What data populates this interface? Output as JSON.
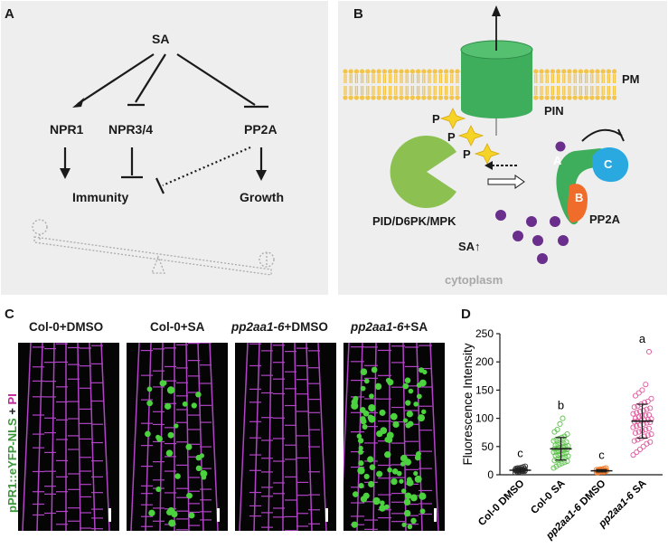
{
  "panels": {
    "a": {
      "label": "A",
      "nodes": {
        "sa": "SA",
        "npr1": "NPR1",
        "npr34": "NPR3/4",
        "pp2a": "PP2A",
        "immunity": "Immunity",
        "growth": "Growth"
      }
    },
    "b": {
      "label": "B",
      "pm": "PM",
      "pin": "PIN",
      "kinase": "PID/D6PK/MPK",
      "pp2a": "PP2A",
      "sa": "SA↑",
      "cytoplasm": "cytoplasm",
      "phospho": "P",
      "subunit_a": "A",
      "subunit_b": "B",
      "subunit_c": "C"
    },
    "c": {
      "label": "C",
      "y_label_green": "pPR1::eYFP-NLS",
      "y_label_plus": " + ",
      "y_label_pi": "PI",
      "images": [
        {
          "title_prefix": "",
          "title_mutant": "",
          "title_suffix": "Col-0+DMSO"
        },
        {
          "title_prefix": "",
          "title_mutant": "",
          "title_suffix": "Col-0+SA"
        },
        {
          "title_prefix": "",
          "title_mutant": "pp2aa1-6",
          "title_suffix": "+DMSO"
        },
        {
          "title_prefix": "",
          "title_mutant": "pp2aa1-6",
          "title_suffix": "+SA"
        }
      ]
    },
    "d": {
      "label": "D"
    }
  },
  "colors": {
    "panel_bg": "#eeeeee",
    "pin_green": "#3fae5c",
    "kinase_green": "#8cc152",
    "subunit_a": "#3fae5c",
    "subunit_b": "#ef6c2a",
    "subunit_c": "#29a9e0",
    "sa_dot": "#6a2e8c",
    "star": "#f5d327",
    "membrane": "#f3c44a",
    "pi_magenta": "#b243c7",
    "yfp_green": "#4bd23e",
    "col0_dmso": "#333333",
    "col0_sa": "#5cc14a",
    "pp2a_dmso": "#f07b2c",
    "pp2a_sa": "#e05a9e"
  },
  "chart_data": {
    "type": "scatter",
    "title": "",
    "ylabel": "Fluorescence Intensity",
    "xlabel": "",
    "ylim": [
      0,
      250
    ],
    "yticks": [
      0,
      50,
      100,
      150,
      200,
      250
    ],
    "categories": [
      "Col-0 DMSO",
      "Col-0 SA",
      "pp2aa1-6 DMSO",
      "pp2aa1-6 SA"
    ],
    "category_italic": [
      "",
      "",
      "pp2aa1-6",
      "pp2aa1-6"
    ],
    "category_rest": [
      "Col-0 DMSO",
      "Col-0 SA",
      " DMSO",
      " SA"
    ],
    "significance": [
      "c",
      "b",
      "c",
      "a"
    ],
    "means": [
      8,
      46,
      7,
      95
    ],
    "sd": [
      3,
      20,
      2,
      30
    ],
    "series": [
      {
        "values": [
          4,
          5,
          5,
          6,
          6,
          6,
          7,
          7,
          7,
          7,
          8,
          8,
          8,
          8,
          8,
          9,
          9,
          9,
          9,
          10,
          10,
          10,
          11,
          11,
          12,
          12,
          13,
          14,
          15
        ]
      },
      {
        "values": [
          12,
          15,
          18,
          20,
          22,
          24,
          25,
          27,
          28,
          30,
          31,
          33,
          34,
          35,
          36,
          38,
          39,
          40,
          41,
          42,
          43,
          44,
          45,
          46,
          47,
          48,
          49,
          50,
          51,
          52,
          53,
          55,
          56,
          58,
          60,
          62,
          64,
          66,
          68,
          72,
          76,
          80,
          90,
          100
        ]
      },
      {
        "values": [
          4,
          4,
          5,
          5,
          5,
          6,
          6,
          6,
          6,
          7,
          7,
          7,
          7,
          8,
          8,
          8,
          8,
          9,
          9,
          10,
          10,
          11,
          12
        ]
      },
      {
        "values": [
          35,
          40,
          45,
          50,
          55,
          58,
          60,
          62,
          65,
          68,
          70,
          72,
          74,
          76,
          78,
          80,
          82,
          84,
          86,
          88,
          90,
          92,
          93,
          94,
          95,
          96,
          97,
          98,
          99,
          100,
          102,
          104,
          105,
          106,
          108,
          110,
          112,
          114,
          116,
          118,
          120,
          122,
          125,
          128,
          130,
          135,
          140,
          145,
          150,
          160,
          218
        ]
      }
    ]
  }
}
